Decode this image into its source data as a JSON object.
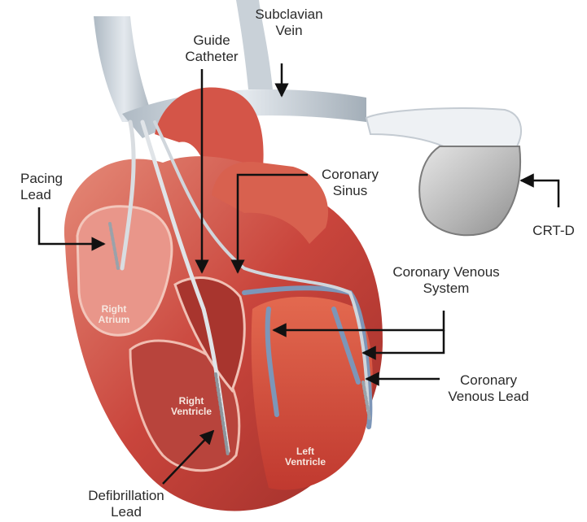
{
  "labels": {
    "subclavian_vein": {
      "line1": "Subclavian",
      "line2": "Vein"
    },
    "guide_catheter": {
      "line1": "Guide",
      "line2": "Catheter"
    },
    "pacing_lead": {
      "line1": "Pacing",
      "line2": "Lead"
    },
    "coronary_sinus": {
      "line1": "Coronary",
      "line2": "Sinus"
    },
    "crt_d": "CRT-D",
    "coronary_venous_system": {
      "line1": "Coronary Venous",
      "line2": "System"
    },
    "coronary_venous_lead": {
      "line1": "Coronary",
      "line2": "Venous Lead"
    },
    "defibrillation_lead": {
      "line1": "Defibrillation",
      "line2": "Lead"
    }
  },
  "chambers": {
    "right_atrium": {
      "line1": "Right",
      "line2": "Atrium"
    },
    "right_ventricle": {
      "line1": "Right",
      "line2": "Ventricle"
    },
    "left_ventricle": {
      "line1": "Left",
      "line2": "Ventricle"
    }
  },
  "colors": {
    "heart_main": "#c8413a",
    "heart_light": "#e07a6a",
    "heart_dark": "#8c2622",
    "vessel": "#b9c3cc",
    "vein_blue": "#7d96b8",
    "device": "#a9a9a9",
    "arrow": "#111111"
  }
}
